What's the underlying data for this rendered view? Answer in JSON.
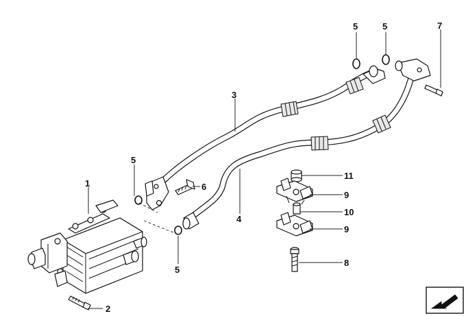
{
  "callouts": {
    "p1": "1",
    "p2": "2",
    "p3": "3",
    "p4": "4",
    "p5_top_left": "5",
    "p5_top_right": "5",
    "p5_mid": "5",
    "p5_bottom": "5",
    "p6": "6",
    "p7": "7",
    "p8": "8",
    "p9_upper": "9",
    "p9_lower": "9",
    "p10": "10",
    "p11": "11"
  },
  "corner_icon": "return-arrow-icon"
}
